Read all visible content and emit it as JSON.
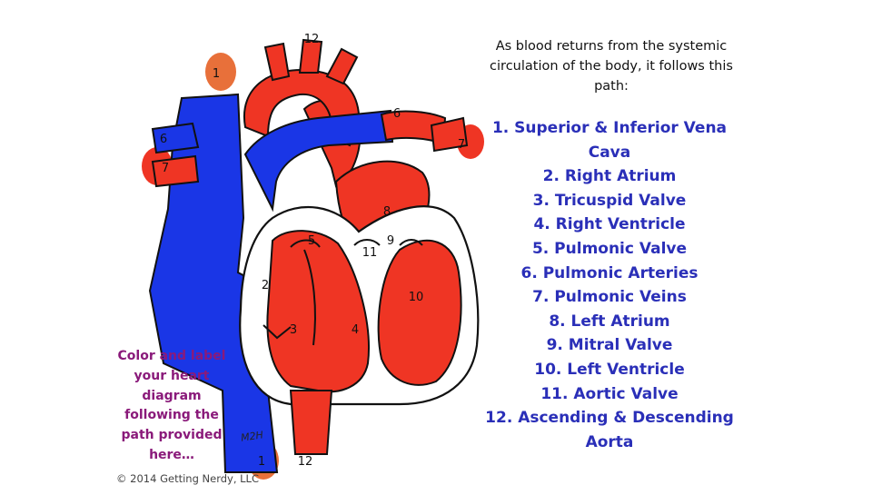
{
  "intro": "As blood returns from the systemic circulation of the body, it follows this path:",
  "steps": [
    "1. Superior & Inferior Vena Cava",
    "2. Right Atrium",
    "3. Tricuspid Valve",
    "4. Right Ventricle",
    "5. Pulmonic Valve",
    "6. Pulmonic Arteries",
    "7. Pulmonic Veins",
    "8. Left Atrium",
    "9. Mitral Valve",
    "10. Left Ventricle",
    "11. Aortic Valve",
    "12. Ascending & Descending Aorta"
  ],
  "instruction": "Color and label your heart diagram following the path provided here…",
  "copyright": "© 2014 Getting Nerdy, LLC",
  "signature": "M2H",
  "labels": {
    "n1_top": "1",
    "n1_bottom": "1",
    "n2": "2",
    "n3": "3",
    "n4": "4",
    "n5": "5",
    "n6_left": "6",
    "n6_right": "6",
    "n7_left": "7",
    "n7_right": "7",
    "n8": "8",
    "n9": "9",
    "n10": "10",
    "n11": "11",
    "n12_top": "12",
    "n12_bottom": "12"
  },
  "colors": {
    "oxygenated": "#ef3524",
    "deoxygenated": "#1a36e6",
    "badge": "#e8703a",
    "outline": "#111111",
    "tissue": "#ffffff",
    "steps_text": "#2a2fb8",
    "instruction_text": "#8a1a7a"
  }
}
